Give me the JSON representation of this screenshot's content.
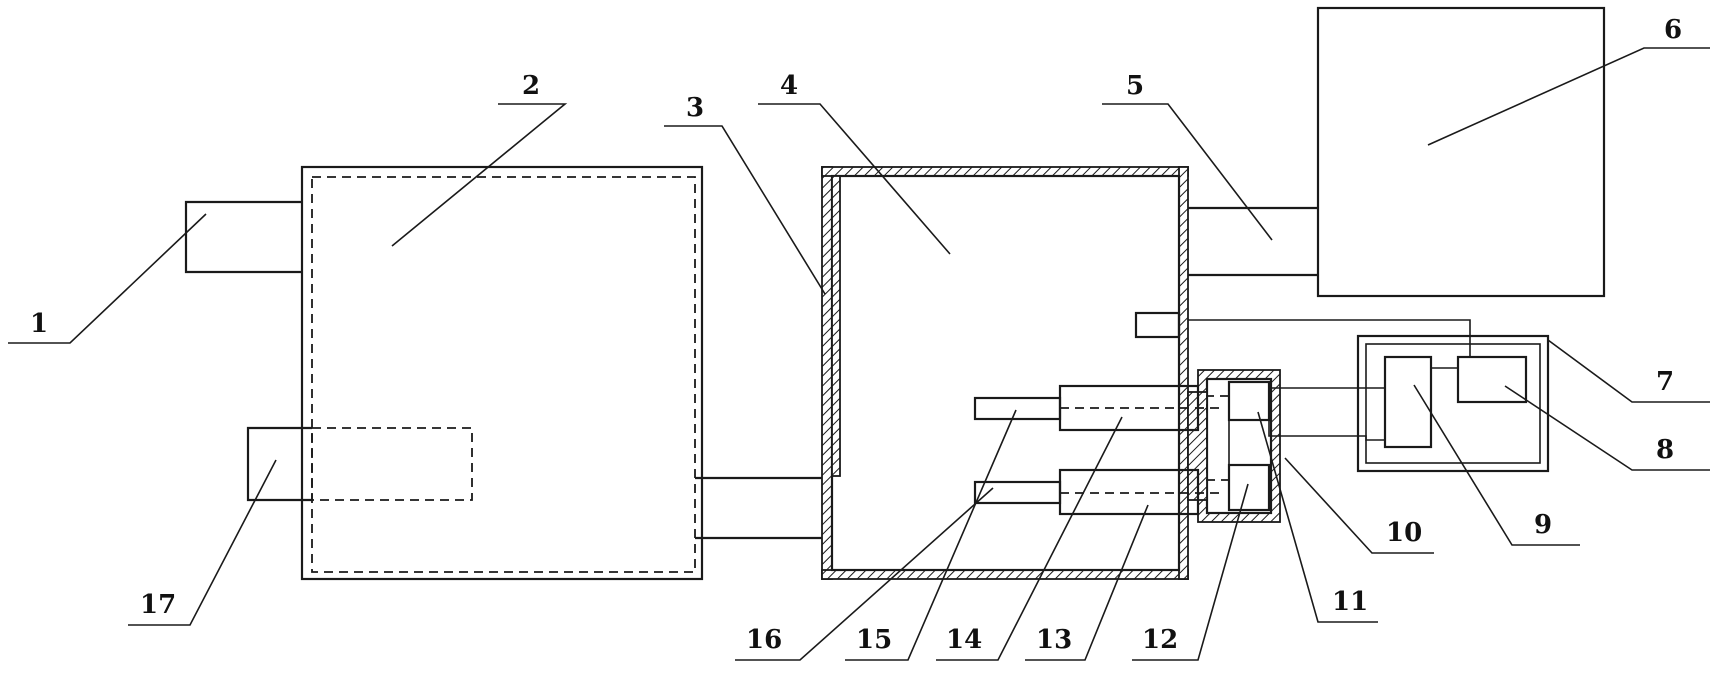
{
  "diagram": {
    "labels": {
      "l1": "1",
      "l2": "2",
      "l3": "3",
      "l4": "4",
      "l5": "5",
      "l6": "6",
      "l7": "7",
      "l8": "8",
      "l9": "9",
      "l10": "10",
      "l11": "11",
      "l12": "12",
      "l13": "13",
      "l14": "14",
      "l15": "15",
      "l16": "16",
      "l17": "17"
    }
  }
}
